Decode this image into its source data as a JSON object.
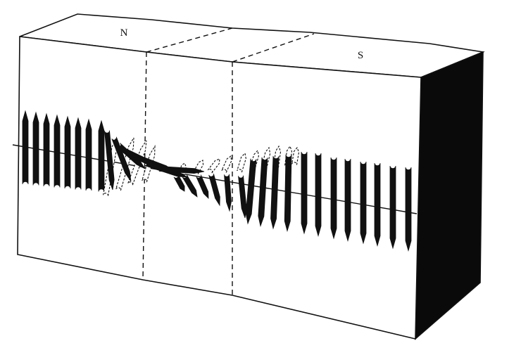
{
  "labels": {
    "north": "N",
    "south": "S"
  },
  "colors": {
    "ink": "#111111",
    "background": "#ffffff",
    "dark_side": "#0a0a0a"
  },
  "needles": {
    "left_solid_count": 9,
    "transition_solid_count": 9,
    "right_solid_count": 11
  }
}
